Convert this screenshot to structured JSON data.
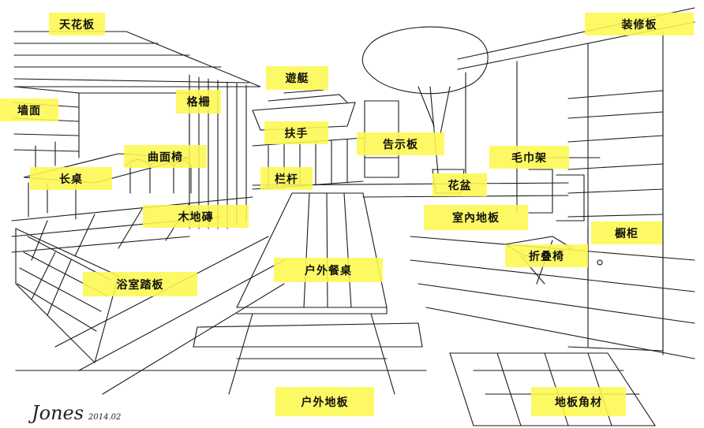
{
  "labels": {
    "ceiling": "天花板",
    "decoration_board": "装修板",
    "yacht": "遊艇",
    "wall": "墙面",
    "lattice": "格柵",
    "handrail": "扶手",
    "notice_board": "告示板",
    "curved_chair": "曲面椅",
    "towel_rack": "毛巾架",
    "long_table": "长桌",
    "railing": "栏杆",
    "flower_pot": "花盆",
    "wood_floor_tile": "木地磚",
    "indoor_floor": "室內地板",
    "cabinet": "橱柜",
    "folding_chair": "折叠椅",
    "outdoor_dining_table": "户外餐桌",
    "bath_mat": "浴室踏板",
    "outdoor_floor": "户外地板",
    "floor_joist": "地板角材"
  },
  "signature": {
    "name": "Jones",
    "date": "2014.02"
  },
  "colors": {
    "label_fill": "#fdf850",
    "ink": "#1a1a1a"
  }
}
